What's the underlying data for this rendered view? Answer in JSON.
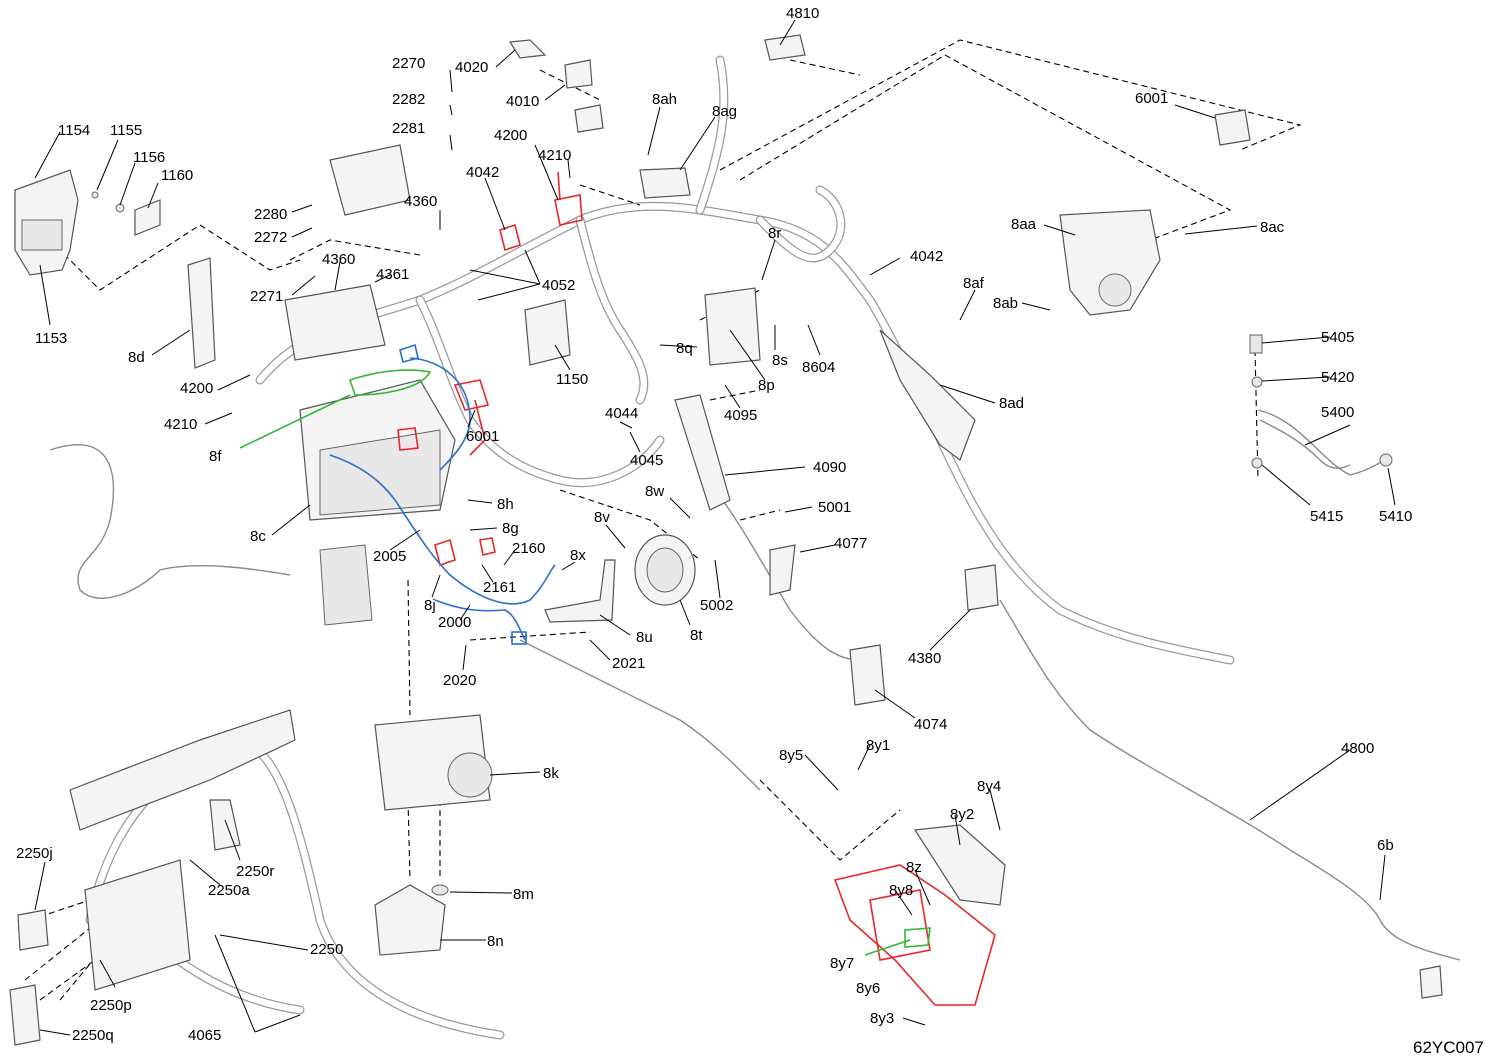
{
  "drawing_code": "62YC007",
  "labels": [
    {
      "id": "l0",
      "text": "1154"
    },
    {
      "id": "l1",
      "text": "1155"
    },
    {
      "id": "l2",
      "text": "1156"
    },
    {
      "id": "l3",
      "text": "1160"
    },
    {
      "id": "l4",
      "text": "1153"
    },
    {
      "id": "l5",
      "text": "2270"
    },
    {
      "id": "l6",
      "text": "2282"
    },
    {
      "id": "l7",
      "text": "2281"
    },
    {
      "id": "l8",
      "text": "2280"
    },
    {
      "id": "l9",
      "text": "2272"
    },
    {
      "id": "l10",
      "text": "2271"
    },
    {
      "id": "l11",
      "text": "4020"
    },
    {
      "id": "l12",
      "text": "4010"
    },
    {
      "id": "l13",
      "text": "4810"
    },
    {
      "id": "l14",
      "text": "8ah"
    },
    {
      "id": "l15",
      "text": "8ag"
    },
    {
      "id": "l16",
      "text": "4200"
    },
    {
      "id": "l17",
      "text": "4210"
    },
    {
      "id": "l18",
      "text": "4042"
    },
    {
      "id": "l19",
      "text": "4360"
    },
    {
      "id": "l20",
      "text": "4360"
    },
    {
      "id": "l21",
      "text": "4361"
    },
    {
      "id": "l22",
      "text": "4052"
    },
    {
      "id": "l23",
      "text": "8r"
    },
    {
      "id": "l24",
      "text": "4042"
    },
    {
      "id": "l25",
      "text": "6001"
    },
    {
      "id": "l26",
      "text": "8aa"
    },
    {
      "id": "l27",
      "text": "8ac"
    },
    {
      "id": "l28",
      "text": "8af"
    },
    {
      "id": "l29",
      "text": "8ab"
    },
    {
      "id": "l30",
      "text": "8d"
    },
    {
      "id": "l31",
      "text": "4200"
    },
    {
      "id": "l32",
      "text": "4210"
    },
    {
      "id": "l33",
      "text": "1150"
    },
    {
      "id": "l34",
      "text": "8q"
    },
    {
      "id": "l35",
      "text": "8s"
    },
    {
      "id": "l36",
      "text": "8p"
    },
    {
      "id": "l37",
      "text": "8604"
    },
    {
      "id": "l38",
      "text": "8ad"
    },
    {
      "id": "l39",
      "text": "4095"
    },
    {
      "id": "l40",
      "text": "5405"
    },
    {
      "id": "l41",
      "text": "5420"
    },
    {
      "id": "l42",
      "text": "5400"
    },
    {
      "id": "l43",
      "text": "5415"
    },
    {
      "id": "l44",
      "text": "5410"
    },
    {
      "id": "l45",
      "text": "8f"
    },
    {
      "id": "l46",
      "text": "6001"
    },
    {
      "id": "l47",
      "text": "4044"
    },
    {
      "id": "l48",
      "text": "4045"
    },
    {
      "id": "l49",
      "text": "4090"
    },
    {
      "id": "l50",
      "text": "8h"
    },
    {
      "id": "l51",
      "text": "8w"
    },
    {
      "id": "l52",
      "text": "5001"
    },
    {
      "id": "l53",
      "text": "8c"
    },
    {
      "id": "l54",
      "text": "8g"
    },
    {
      "id": "l55",
      "text": "8v"
    },
    {
      "id": "l56",
      "text": "4077"
    },
    {
      "id": "l57",
      "text": "2005"
    },
    {
      "id": "l58",
      "text": "2160"
    },
    {
      "id": "l59",
      "text": "8x"
    },
    {
      "id": "l60",
      "text": "2161"
    },
    {
      "id": "l61",
      "text": "8j"
    },
    {
      "id": "l62",
      "text": "5002"
    },
    {
      "id": "l63",
      "text": "2000"
    },
    {
      "id": "l64",
      "text": "8u"
    },
    {
      "id": "l65",
      "text": "8t"
    },
    {
      "id": "l66",
      "text": "4380"
    },
    {
      "id": "l67",
      "text": "2021"
    },
    {
      "id": "l68",
      "text": "2020"
    },
    {
      "id": "l69",
      "text": "4074"
    },
    {
      "id": "l70",
      "text": "8y1"
    },
    {
      "id": "l71",
      "text": "8y5"
    },
    {
      "id": "l72",
      "text": "4800"
    },
    {
      "id": "l73",
      "text": "8k"
    },
    {
      "id": "l74",
      "text": "8y4"
    },
    {
      "id": "l75",
      "text": "8y2"
    },
    {
      "id": "l76",
      "text": "2250j"
    },
    {
      "id": "l77",
      "text": "2250r"
    },
    {
      "id": "l78",
      "text": "2250a"
    },
    {
      "id": "l79",
      "text": "6b"
    },
    {
      "id": "l80",
      "text": "8z"
    },
    {
      "id": "l81",
      "text": "8y8"
    },
    {
      "id": "l82",
      "text": "8m"
    },
    {
      "id": "l83",
      "text": "8n"
    },
    {
      "id": "l84",
      "text": "2250"
    },
    {
      "id": "l85",
      "text": "8y7"
    },
    {
      "id": "l86",
      "text": "8y6"
    },
    {
      "id": "l87",
      "text": "2250p"
    },
    {
      "id": "l88",
      "text": "2250q"
    },
    {
      "id": "l89",
      "text": "4065"
    },
    {
      "id": "l90",
      "text": "8y3"
    }
  ],
  "highlight_colors": {
    "red": "#e8262b",
    "blue": "#2a6fd1",
    "green": "#32b832"
  }
}
